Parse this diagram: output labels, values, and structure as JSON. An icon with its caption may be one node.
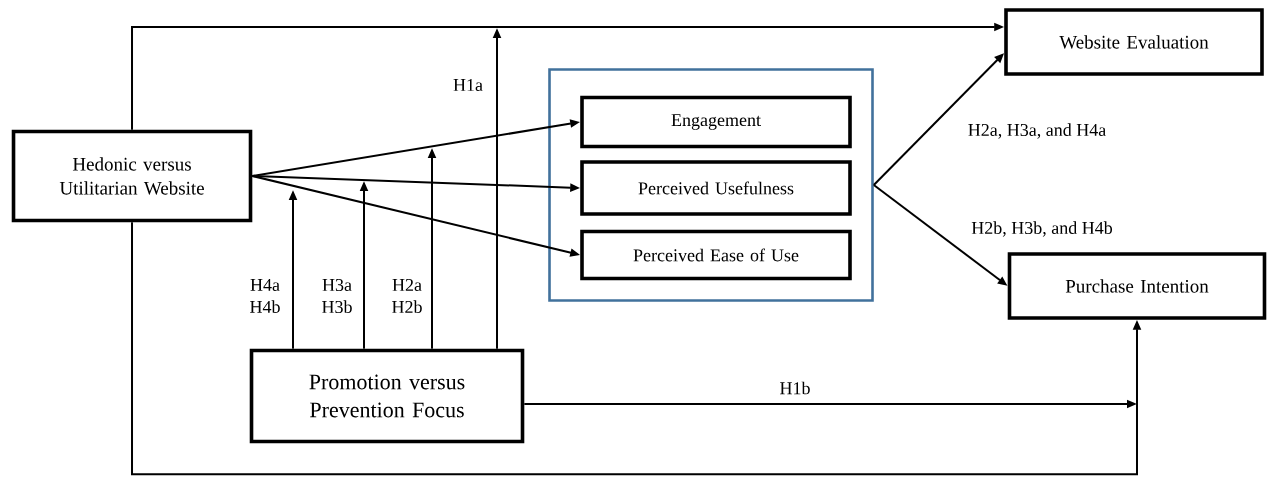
{
  "diagram": {
    "nodes": [
      {
        "text": [
          "Hedonic versus Utilitarian Website"
        ]
      },
      {
        "text": [
          "Promotion versus Prevention Focus"
        ]
      },
      {
        "text": [],
        "shape": "box"
      },
      {
        "text": [
          "Engagement"
        ],
        "in": 2
      },
      {
        "text": [
          "Perceived Usefulness"
        ],
        "in": 2
      },
      {
        "text": [
          "Perceived Ease of Use"
        ],
        "in": 2
      },
      {
        "text": [
          "Website Evaluation"
        ]
      },
      {
        "text": [
          "Purchase Intention"
        ]
      }
    ],
    "edges": [
      {
        "from": 0,
        "to": 6,
        "arrow": "to"
      },
      {
        "from": 0,
        "to": 7,
        "arrow": "to"
      },
      {
        "from": 0,
        "to": 3,
        "arrow": "to"
      },
      {
        "from": 0,
        "to": 4,
        "arrow": "to"
      },
      {
        "from": 0,
        "to": 5,
        "arrow": "to"
      },
      {
        "from": 2,
        "to": 6,
        "arrow": "to",
        "label": "H2a, H3a, and H4a"
      },
      {
        "from": 2,
        "to": 7,
        "arrow": "to",
        "label": "H2b, H3b, and H4b"
      },
      {
        "from": 1,
        "to": 7,
        "arrow": "to",
        "label": "H1b"
      },
      {
        "from": 1,
        "to": null,
        "arrow": "to",
        "label": "H4a H4b"
      },
      {
        "from": 1,
        "to": null,
        "arrow": "to",
        "label": "H3a H3b"
      },
      {
        "from": 1,
        "to": null,
        "arrow": "to",
        "label": "H2a H2b"
      },
      {
        "from": 1,
        "to": null,
        "arrow": "to",
        "label": "H1a"
      }
    ]
  }
}
